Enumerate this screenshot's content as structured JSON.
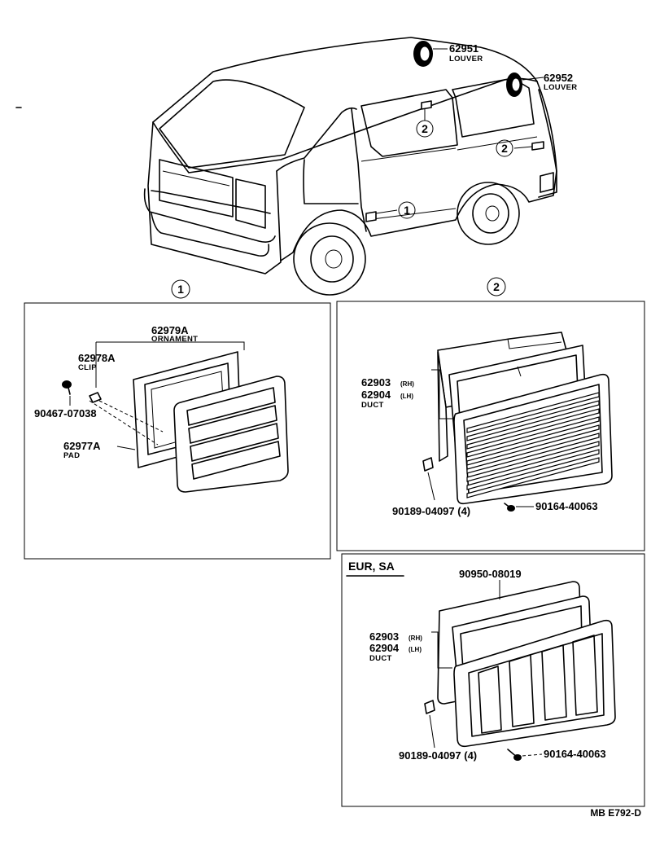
{
  "van_callouts": {
    "louver_top": {
      "part": "62951",
      "name": "LOUVER"
    },
    "louver_rear": {
      "part": "62952",
      "name": "LOUVER"
    },
    "marker_1": "1",
    "marker_2a": "2",
    "marker_2b": "2"
  },
  "panel_1": {
    "header": "1",
    "ornament": {
      "part": "62979A",
      "name": "ORNAMENT"
    },
    "clip": {
      "part": "62978A",
      "name": "CLIP"
    },
    "screw": {
      "part": "90467-07038"
    },
    "pad": {
      "part": "62977A",
      "name": "PAD"
    }
  },
  "panel_2": {
    "header": "2",
    "duct_rh": {
      "part": "62903",
      "side": "(RH)"
    },
    "duct_lh": {
      "part": "62904",
      "side": "(LH)"
    },
    "duct_name": "DUCT",
    "nut": "90189-04097 (4)",
    "screw": "90164-40063"
  },
  "panel_eur": {
    "region": "EUR, SA",
    "gasket": "90950-08019",
    "duct_rh": {
      "part": "62903",
      "side": "(RH)"
    },
    "duct_lh": {
      "part": "62904",
      "side": "(LH)"
    },
    "duct_name": "DUCT",
    "nut": "90189-04097 (4)",
    "screw": "90164-40063"
  },
  "footer_code": "MB  E792-D"
}
